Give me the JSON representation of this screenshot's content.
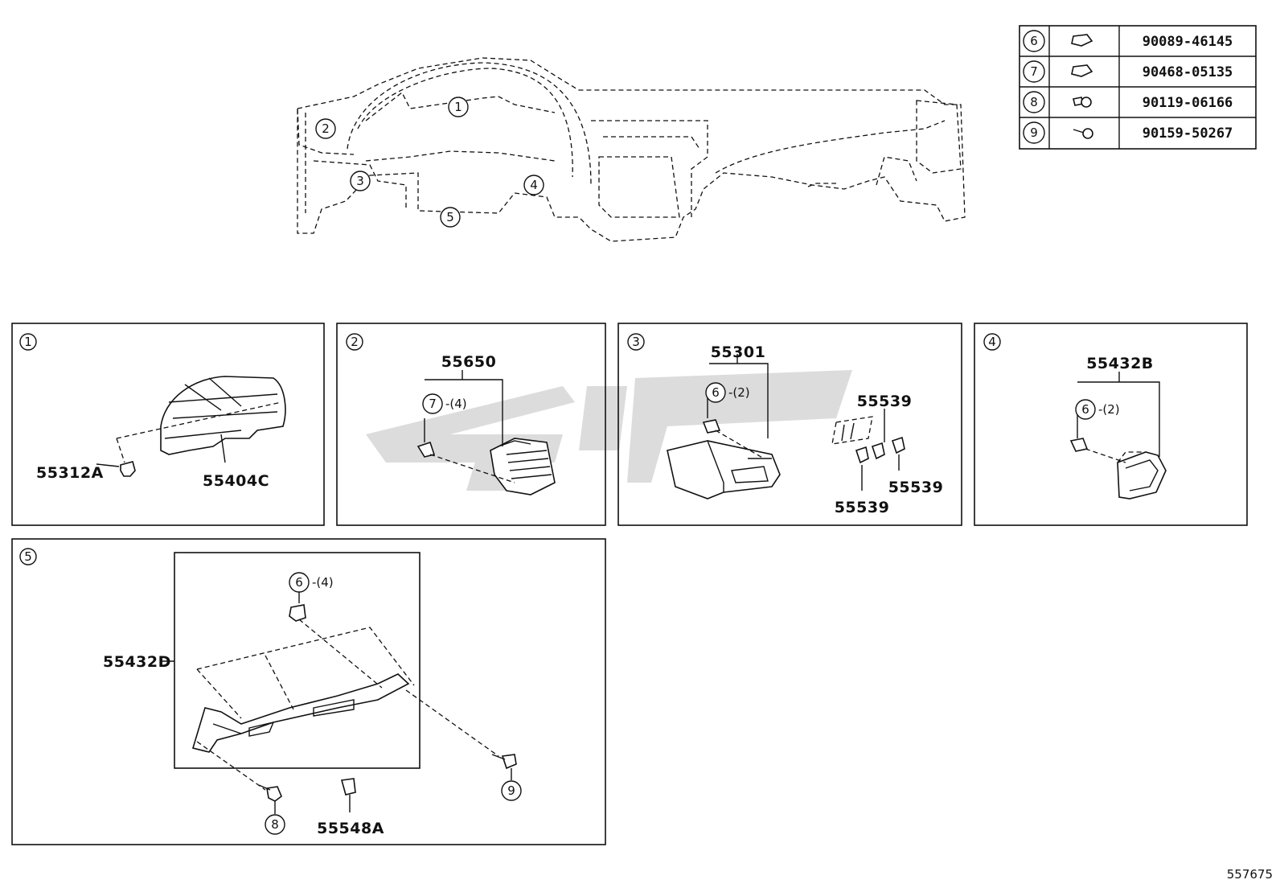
{
  "figure_number": "557675",
  "fastener_table": [
    {
      "ref": "6",
      "part_number": "90089-46145",
      "icon": "clip-icon"
    },
    {
      "ref": "7",
      "part_number": "90468-05135",
      "icon": "clip-icon"
    },
    {
      "ref": "8",
      "part_number": "90119-06166",
      "icon": "bolt-icon"
    },
    {
      "ref": "9",
      "part_number": "90159-50267",
      "icon": "screw-icon"
    }
  ],
  "overview": {
    "callouts": [
      "1",
      "2",
      "3",
      "4",
      "5"
    ]
  },
  "panels": {
    "p1": {
      "ref": "1",
      "labels": {
        "a": "55312A",
        "b": "55404C"
      }
    },
    "p2": {
      "ref": "2",
      "labels": {
        "main": "55650",
        "fastener": "7",
        "qty": "-(4)"
      }
    },
    "p3": {
      "ref": "3",
      "labels": {
        "main": "55301",
        "fastener": "6",
        "qty": "-(2)",
        "s1": "55539",
        "s2": "55539",
        "s3": "55539"
      }
    },
    "p4": {
      "ref": "4",
      "labels": {
        "main": "55432B",
        "fastener": "6",
        "qty": "-(2)"
      }
    },
    "p5": {
      "ref": "5",
      "labels": {
        "main": "55432D",
        "fastener": "6",
        "qty": "-(4)",
        "f8": "8",
        "f9": "9",
        "clip": "55548A"
      }
    }
  },
  "watermark_color": "#dcdcdc"
}
